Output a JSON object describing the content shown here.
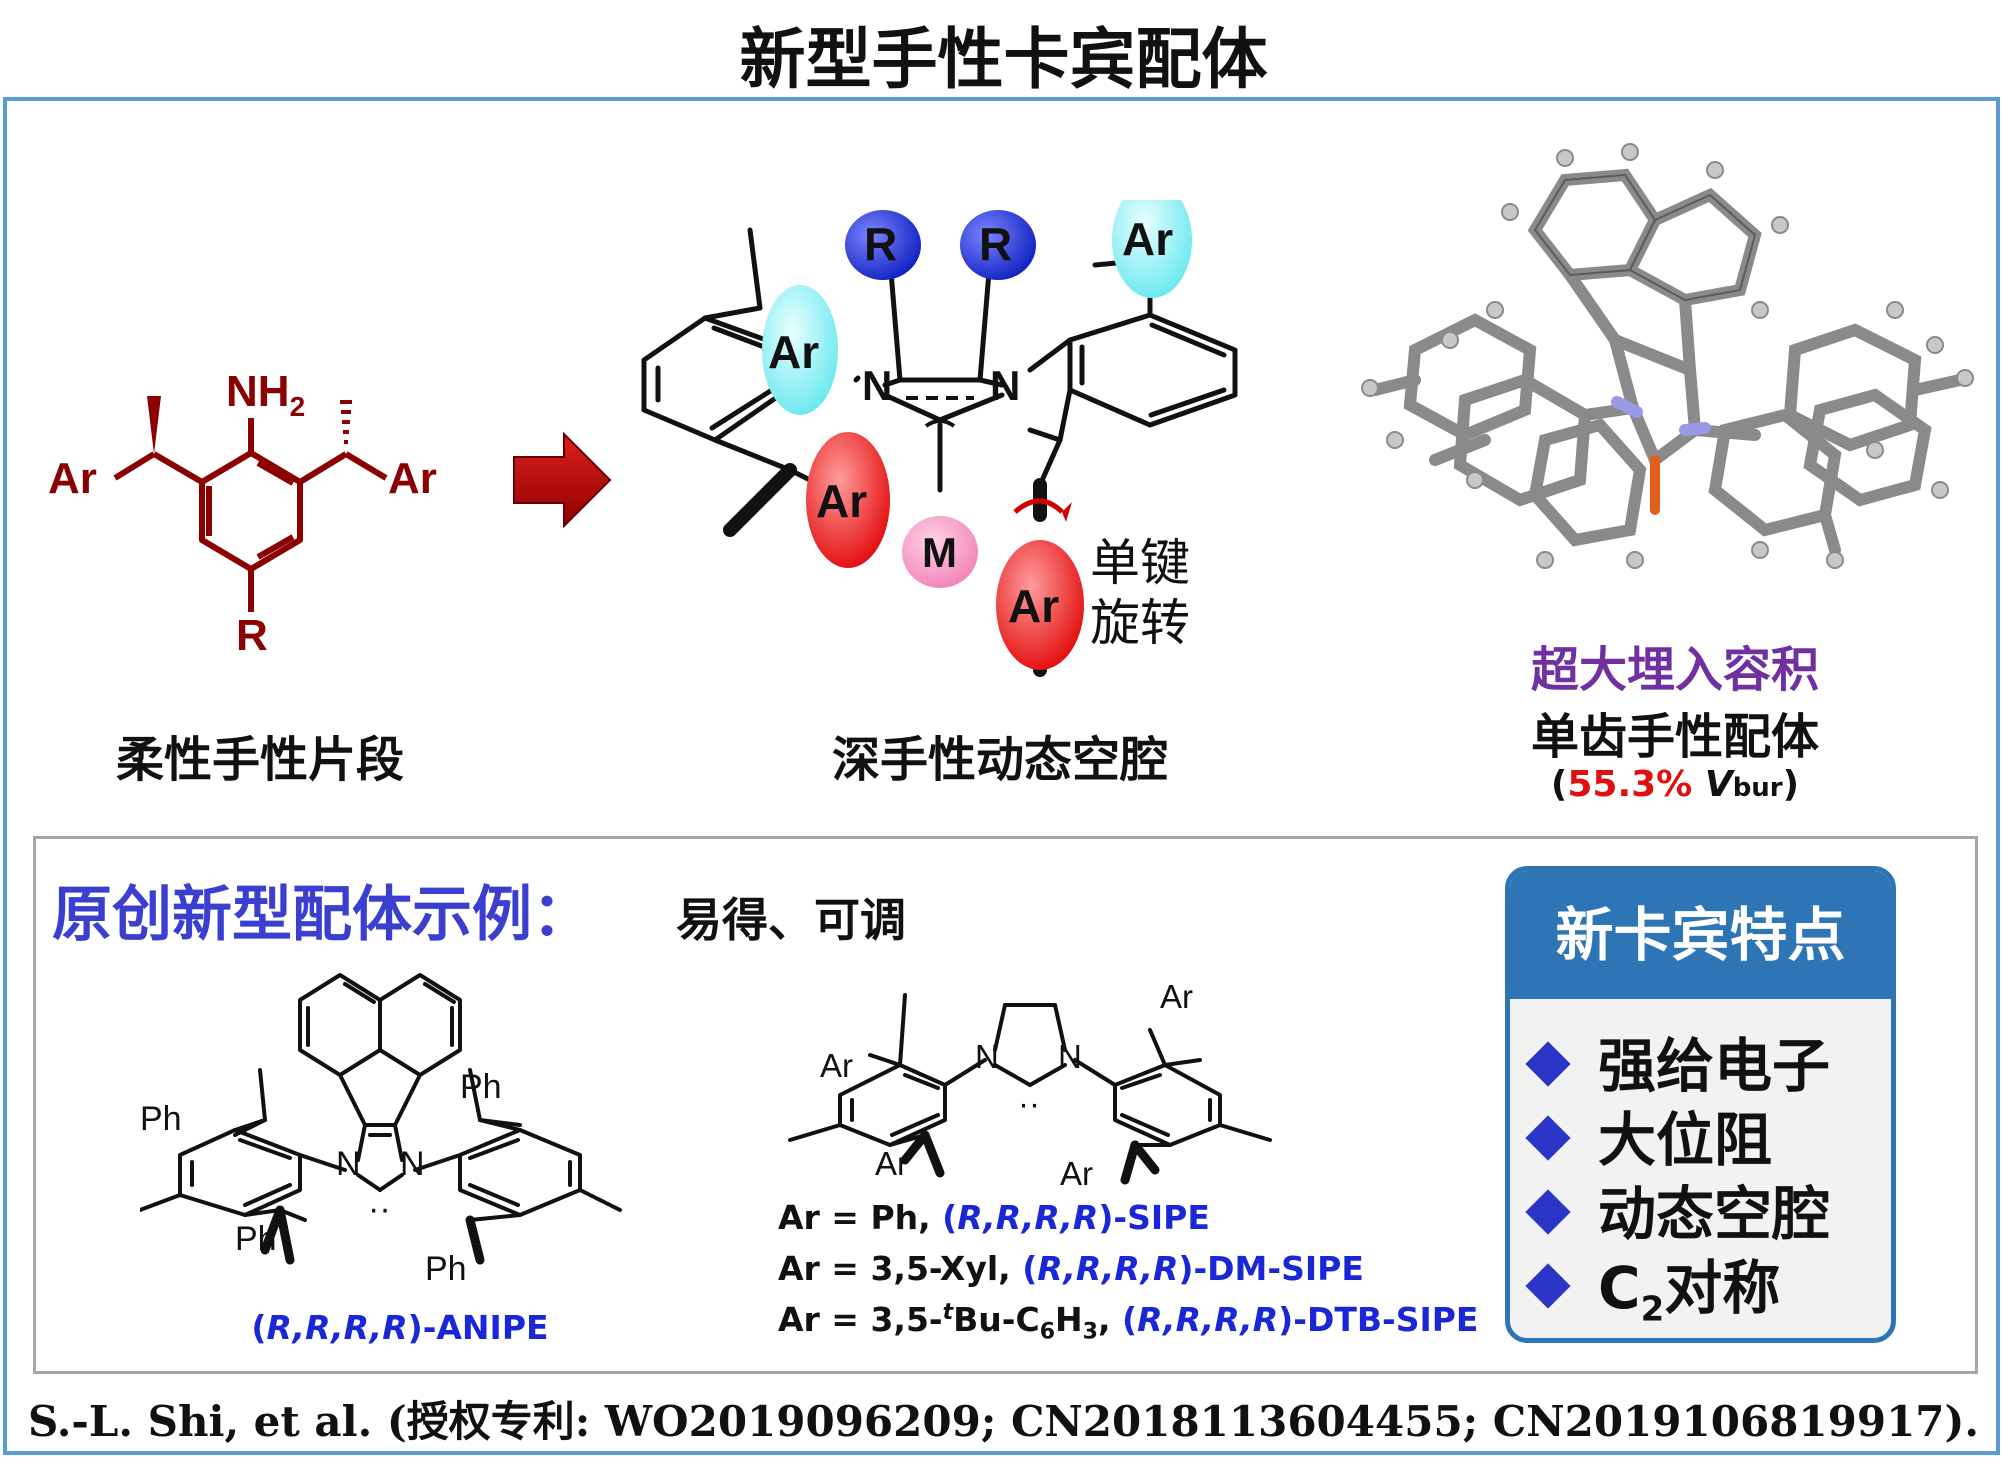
{
  "title": "新型手性卡宾配体",
  "panel1": {
    "caption": "柔性手性片段",
    "labels": {
      "nh2": "NH",
      "nh2_sub": "2",
      "ar_left": "Ar",
      "ar_right": "Ar",
      "r": "R"
    }
  },
  "panel2": {
    "caption": "深手性动态空腔",
    "labels": {
      "r1": "R",
      "r2": "R",
      "ar_top_right": "Ar",
      "ar_left_cyan": "Ar",
      "n_left": "N",
      "n_right": "N",
      "ar_left_red": "Ar",
      "m": "M",
      "ar_right_red": "Ar",
      "rotation_1": "单键",
      "rotation_2": "旋转"
    }
  },
  "panel3": {
    "line1": "超大埋入容积",
    "line2": "单齿手性配体",
    "paren_open": "(",
    "percent": "55.3%",
    "v": "V",
    "v_sub": "bur",
    "paren_close": ")"
  },
  "examples": {
    "heading": "原创新型配体示例：",
    "subheading": "易得、可调",
    "anipe": {
      "labels": {
        "ph1": "Ph",
        "ph2": "Ph",
        "ph3": "Ph",
        "ph4": "Ph",
        "n1": "N",
        "n2": "N",
        "dots": "··"
      },
      "name_open": "(",
      "name_stereo": "R,R,R,R",
      "name_close": ")-ANIPE"
    },
    "sipe": {
      "labels": {
        "ar1": "Ar",
        "ar2": "Ar",
        "ar3": "Ar",
        "ar4": "Ar",
        "n1": "N",
        "n2": "N",
        "dots": "··"
      },
      "lines": [
        {
          "prefix": "Ar = Ph, ",
          "stereo": "R,R,R,R",
          "suffix": ")-SIPE"
        },
        {
          "prefix": "Ar = 3,5-Xyl, ",
          "stereo": "R,R,R,R",
          "suffix": ")-DM-SIPE"
        },
        {
          "prefix_a": "Ar = 3,5-",
          "prefix_t": "t",
          "prefix_b": "Bu-C",
          "sub6": "6",
          "prefix_h": "H",
          "sub3": "3",
          "prefix_c": ", ",
          "stereo": "R,R,R,R",
          "suffix": ")-DTB-SIPE"
        }
      ],
      "paren_open": "("
    }
  },
  "features": {
    "header": "新卡宾特点",
    "items": [
      "强给电子",
      "大位阻",
      "动态空腔"
    ],
    "item4_c": "C",
    "item4_sub": "2",
    "item4_rest": "对称"
  },
  "citation": "S.-L. Shi, et al. (授权专利: WO2019096209; CN2018113604455; CN2019106819917).",
  "colors": {
    "frame_blue": "#5b9bd5",
    "feature_blue": "#2e75b6",
    "heading_blue": "#3a3fd0",
    "dark_red": "#8b0000",
    "accent_red": "#e01010",
    "purple": "#7030a0"
  }
}
